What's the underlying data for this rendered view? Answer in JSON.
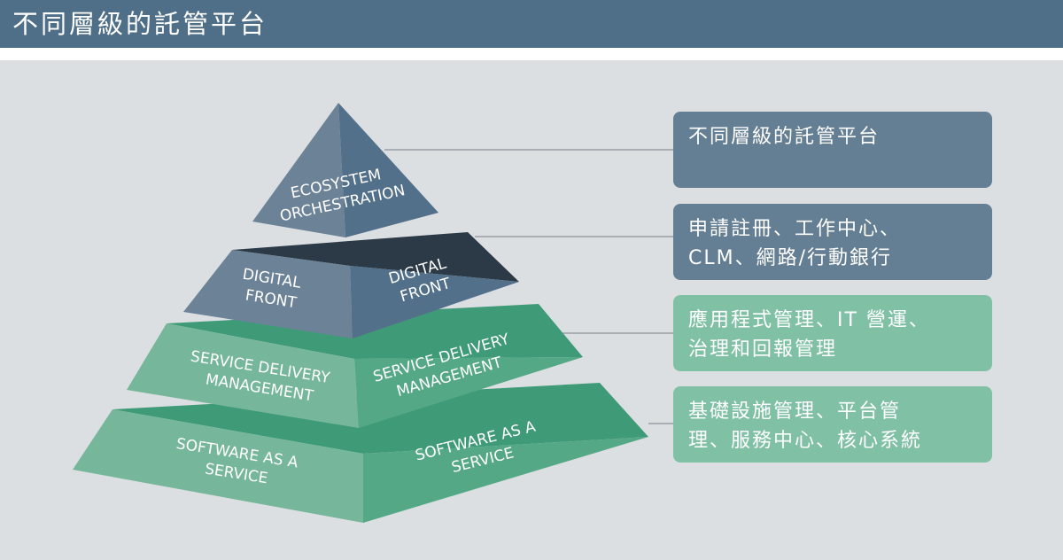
{
  "header": {
    "title": "不同層級的託管平台"
  },
  "colors": {
    "header_bg": "#4f6f89",
    "panel_bg": "#dcdfe2",
    "tier_blue_left": "#6c8297",
    "tier_blue_right": "#52708a",
    "tier_dark_top": "#2c3a47",
    "tier_green_left": "#76b79b",
    "tier_green_right": "#55a886",
    "tier_green_top": "#3f9b77",
    "box_blue": "#647e93",
    "box_green": "#80c1a6",
    "connector": "#8a9298"
  },
  "pyramid": {
    "tiers": [
      {
        "left_label": [
          "ECOSYSTEM",
          "ORCHESTRATION"
        ],
        "right_label": []
      },
      {
        "left_label": [
          "DIGITAL",
          "FRONT"
        ],
        "right_label": [
          "DIGITAL",
          "FRONT"
        ]
      },
      {
        "left_label": [
          "SERVICE DELIVERY",
          "MANAGEMENT"
        ],
        "right_label": [
          "SERVICE DELIVERY",
          "MANAGEMENT"
        ]
      },
      {
        "left_label": [
          "SOFTWARE AS A",
          "SERVICE"
        ],
        "right_label": [
          "SOFTWARE AS A",
          "SERVICE"
        ]
      }
    ]
  },
  "labels": [
    {
      "text": "不同層級的託管平台",
      "color": "#647e93"
    },
    {
      "text": "申請註冊、工作中心、\nCLM、網路/行動銀行",
      "color": "#647e93"
    },
    {
      "text": "應用程式管理、IT 營運、\n治理和回報管理",
      "color": "#80c1a6"
    },
    {
      "text": "基礎設施管理、平台管\n理、服務中心、核心系統",
      "color": "#80c1a6"
    }
  ]
}
